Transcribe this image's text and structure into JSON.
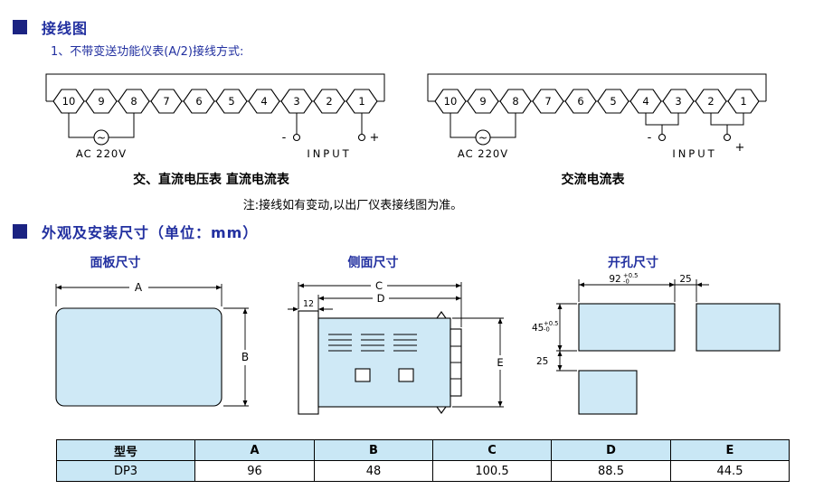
{
  "colors": {
    "accent_text": "#2230a0",
    "accent_square": "#1b2382",
    "light_blue_fill": "#cfe9f6",
    "table_header_bg": "#c9e7f5",
    "line": "#000000"
  },
  "wiring": {
    "title": "接线图",
    "subtitle": "1、不带变送功能仪表(A/2)接线方式:",
    "ac_label": "AC 220V",
    "ac_symbol": "~",
    "minus": "-",
    "plus": "+",
    "input_label": "INPUT",
    "caption1": "交、直流电压表 直流电流表",
    "caption2": "交流电流表",
    "note": "注:接线如有变动,以出厂仪表接线图为准。"
  },
  "terminals": [
    "10",
    "9",
    "8",
    "7",
    "6",
    "5",
    "4",
    "3",
    "2",
    "1"
  ],
  "dims": {
    "title": "外观及安装尺寸（单位：mm）",
    "panel_title": "面板尺寸",
    "side_title": "侧面尺寸",
    "hole_title": "开孔尺寸",
    "A": "A",
    "B": "B",
    "C": "C",
    "D": "D",
    "E": "E",
    "bezel": "12",
    "hole_w": "92",
    "hole_w_tol_p": "+0.5",
    "hole_w_tol_m": "-0",
    "gap_h": "25",
    "hole_h": "45",
    "hole_h_tol_p": "+0.5",
    "hole_h_tol_m": "-0",
    "gap_v": "25"
  },
  "table": {
    "headers": [
      "型号",
      "A",
      "B",
      "C",
      "D",
      "E"
    ],
    "row": [
      "DP3",
      "96",
      "48",
      "100.5",
      "88.5",
      "44.5"
    ]
  }
}
